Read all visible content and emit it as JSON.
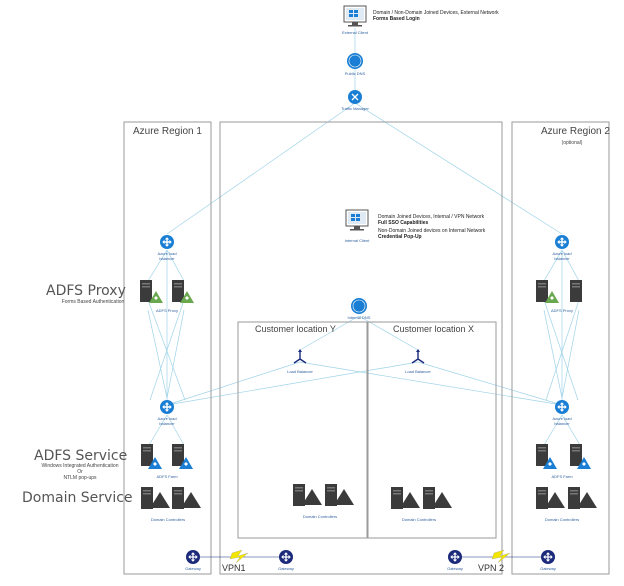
{
  "top": {
    "external_client_label": "External Client",
    "external_note_line1": "Domain / Non-Domain Joined Devices, External Network",
    "external_note_line2": "Forms Based Login",
    "public_dns_label": "Public DNS",
    "traffic_manager_label": "Traffic Manager"
  },
  "regions": {
    "region1_title": "Azure Region 1",
    "region2_title": "Azure Region 2",
    "region2_subtitle": "(optional)"
  },
  "center": {
    "internal_client_label": "Internal Client",
    "internal_note_line1": "Domain Joined Devices, Internal / VPN Network",
    "internal_note_line2": "Full SSO Capabilities",
    "internal_note_line3": "Non-Domain Joined devices on Internal Network",
    "internal_note_line4": "Credential Pop-Up",
    "internal_dns_label": "Internal DNS",
    "location_y_title": "Customer location Y",
    "location_x_title": "Customer location X",
    "load_balancer_label": "Load Balancer",
    "domain_controllers_label": "Domain Controllers"
  },
  "left_labels": {
    "adfs_proxy": "ADFS Proxy",
    "adfs_proxy_sub": "Forms Based Authentication",
    "adfs_service": "ADFS Service",
    "adfs_service_sub1": "Windows Integrated Authentication",
    "adfs_service_sub2": "Or",
    "adfs_service_sub3": "NTLM pop-ups",
    "domain_service": "Domain Service"
  },
  "region_items": {
    "azure_lb_label_1": "Azure load",
    "azure_lb_label_2": "balancer",
    "adfs_proxy_label": "ADFS Proxy",
    "adfs_farm_label": "ADFS Farm",
    "domain_controllers_label": "Domain Controllers",
    "gateway_label": "Gateway"
  },
  "vpn": {
    "vpn1": "VPN1",
    "vpn2": "VPN 2"
  },
  "colors": {
    "line": "#9fd3e8",
    "box_border": "#9a9a9a",
    "server": "#3b3b3b",
    "azure_blue": "#1a7fd4",
    "navy": "#1b2a7a",
    "triangle_green": "#6aa84f",
    "lightning": "#f2e600"
  }
}
